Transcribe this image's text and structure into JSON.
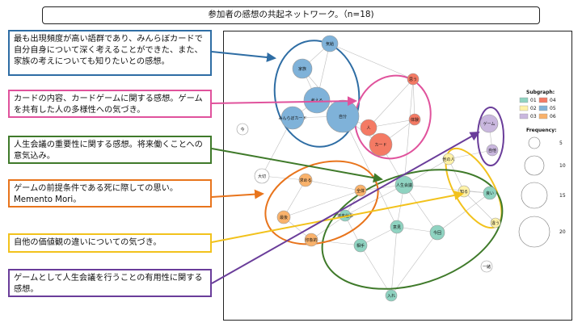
{
  "title": "参加者の感想の共起ネットワーク。（n=18)",
  "callouts": {
    "c1": "最も出現頻度が高い語群であり、みんらぼカードで自分自身について深く考えることができた、また、家族の考えについても知りたいとの感想。",
    "c2": "カードの内容、カードゲームに関する感想。ゲームを共有した人の多様性への気づき。",
    "c3": "人生会議の重要性に関する感想。将来働くことへの意気込み。",
    "c4": "ゲームの前提条件である死に際しての思い。Memento Mori。",
    "c5": "自他の価値観の違いについての気づき。",
    "c6": "ゲームとして人生会議を行うことの有用性に関する感想。"
  },
  "nodes": [
    {
      "label": "気給",
      "group": "05"
    },
    {
      "label": "家族",
      "group": "05"
    },
    {
      "label": "考える",
      "group": "05"
    },
    {
      "label": "みんらぼカード",
      "group": "05"
    },
    {
      "label": "自分",
      "group": "05"
    },
    {
      "label": "思う",
      "group": "04"
    },
    {
      "label": "体験",
      "group": "04"
    },
    {
      "label": "人",
      "group": "04"
    },
    {
      "label": "カード",
      "group": "04"
    },
    {
      "label": "ゲーム",
      "group": "03"
    },
    {
      "label": "自他",
      "group": "03"
    },
    {
      "label": "他の人",
      "group": "02"
    },
    {
      "label": "知る",
      "group": "02"
    },
    {
      "label": "違う",
      "group": "02"
    },
    {
      "label": "人生会議",
      "group": "01"
    },
    {
      "label": "将来仕事",
      "group": "01"
    },
    {
      "label": "意見",
      "group": "01"
    },
    {
      "label": "今回",
      "group": "01"
    },
    {
      "label": "相手",
      "group": "01"
    },
    {
      "label": "良い",
      "group": "01"
    },
    {
      "label": "入れ",
      "group": "01"
    },
    {
      "label": "求める",
      "group": "06"
    },
    {
      "label": "全体",
      "group": "06"
    },
    {
      "label": "最後",
      "group": "06"
    },
    {
      "label": "印象的",
      "group": "06"
    },
    {
      "label": "大切",
      "group": "none"
    },
    {
      "label": "今",
      "group": "none"
    },
    {
      "label": "一緒",
      "group": "none"
    }
  ],
  "legend": {
    "subgraph_title": "Subgraph:",
    "subgraph_items": [
      {
        "code": "01",
        "color": "#8fd3c1"
      },
      {
        "code": "04",
        "color": "#f47a64"
      },
      {
        "code": "02",
        "color": "#fff2a8"
      },
      {
        "code": "05",
        "color": "#7fb2d9"
      },
      {
        "code": "03",
        "color": "#c9b7de"
      },
      {
        "code": "06",
        "color": "#f9b26b"
      }
    ],
    "frequency_title": "Frequency:",
    "frequency_items": [
      "5",
      "10",
      "15",
      "20"
    ]
  }
}
